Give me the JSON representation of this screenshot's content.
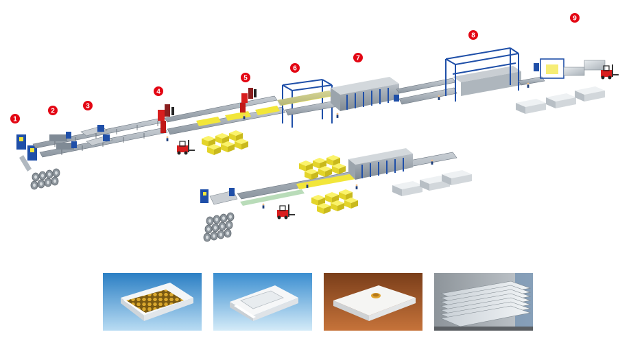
{
  "stations": [
    {
      "label": "1"
    },
    {
      "label": "2"
    },
    {
      "label": "3"
    },
    {
      "label": "4"
    },
    {
      "label": "5"
    },
    {
      "label": "6"
    },
    {
      "label": "7"
    },
    {
      "label": "8"
    },
    {
      "label": "9"
    }
  ],
  "colors": {
    "badge": "#e30613",
    "machine_blue": "#1f4fa8",
    "rail_grey": "#9aa4ae",
    "wool_yellow": "#f2e63a",
    "forklift_red": "#d81e1e",
    "panel_grey": "#c9ced3"
  },
  "photos": [
    {
      "name": "honeycomb-panel-photo"
    },
    {
      "name": "white-panel-photo"
    },
    {
      "name": "panel-on-floor-photo"
    },
    {
      "name": "stacked-panels-photo"
    }
  ]
}
